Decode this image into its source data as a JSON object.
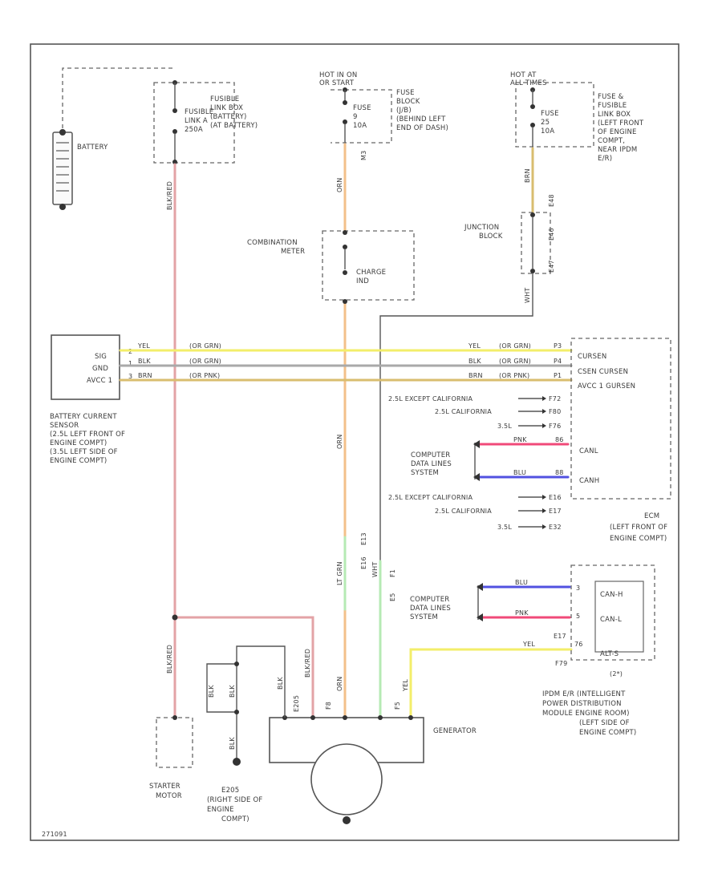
{
  "battery": {
    "label": "BATTERY"
  },
  "fusible_link_box": {
    "label_lines": [
      "FUSIBLE",
      "LINK BOX",
      "(BATTERY)",
      "(AT BATTERY)"
    ],
    "fuse_lines": [
      "FUSIBLE",
      "LINK A",
      "250A"
    ],
    "wire_color": "BLK/RED"
  },
  "fuse_block": {
    "hot_lines": [
      "HOT IN ON",
      "OR START"
    ],
    "fuse_lines": [
      "FUSE",
      "9",
      "10A"
    ],
    "label_lines": [
      "FUSE",
      "BLOCK",
      "(J/B)",
      "(BEHIND LEFT",
      "END OF DASH)"
    ],
    "conn_code": "M3",
    "wire_color": "ORN"
  },
  "fuse_relay_box": {
    "hot_lines": [
      "HOT AT",
      "ALL TIMES"
    ],
    "fuse_lines": [
      "FUSE",
      "25",
      "10A"
    ],
    "label_lines": [
      "FUSE &",
      "FUSIBLE",
      "LINK BOX",
      "(LEFT FRONT",
      "OF ENGINE",
      "COMPT,",
      "NEAR IPDM",
      "E/R)"
    ],
    "conn_code": "E48",
    "wire_color": "BRN"
  },
  "combination_meter": {
    "label_lines": [
      "COMBINATION",
      "METER"
    ],
    "lamp_lines": [
      "CHARGE",
      "IND"
    ],
    "wire_color": "ORN"
  },
  "junction_block": {
    "label_lines": [
      "JUNCTION",
      "BLOCK"
    ],
    "conn_codes": [
      "E46",
      "E47"
    ],
    "wire_color": "WHT"
  },
  "battery_current_sensor": {
    "pins": [
      "SIG",
      "GND",
      "AVCC 1"
    ],
    "pin_numbers": [
      "2",
      "1",
      "3"
    ],
    "label_lines": [
      "BATTERY CURRENT",
      "SENSOR",
      "(2.5L LEFT FRONT OF",
      "ENGINE COMPT)",
      "(3.5L LEFT SIDE OF",
      "ENGINE COMPT)"
    ]
  },
  "sensor_wires": [
    {
      "color": "#f0ef55",
      "left_label": "YEL",
      "mid_label": "(OR GRN)",
      "right_label": "YEL",
      "right_mid": "(OR GRN)",
      "pin": "P3"
    },
    {
      "color": "#9a9a9a",
      "left_label": "BLK",
      "mid_label": "(OR GRN)",
      "right_label": "BLK",
      "right_mid": "(OR GRN)",
      "pin": "P4"
    },
    {
      "color": "#d4b35e",
      "left_label": "BRN",
      "mid_label": "(OR PNK)",
      "right_label": "BRN",
      "right_mid": "(OR PNK)",
      "pin": "P1"
    }
  ],
  "ecm": {
    "pins": [
      "CURSEN",
      "CSEN CURSEN",
      "AVCC 1 GURSEN"
    ],
    "lower_pins": [
      "CANL",
      "CANH"
    ],
    "variant_rows": [
      {
        "label": "2.5L EXCEPT CALIFORNIA",
        "pin": "F72"
      },
      {
        "label": "2.5L CALIFORNIA",
        "pin": "F80"
      },
      {
        "label": "3.5L",
        "pin": "F76"
      }
    ],
    "variant_rows2": [
      {
        "label": "2.5L EXCEPT CALIFORNIA",
        "pin": "E16"
      },
      {
        "label": "2.5L CALIFORNIA",
        "pin": "E17"
      },
      {
        "label": "3.5L",
        "pin": "E32"
      }
    ],
    "canl_wire": "PNK",
    "canh_wire": "BLU",
    "canl_pin": "86",
    "canh_pin": "88",
    "comp_label_lines": [
      "COMPUTER",
      "DATA LINES",
      "SYSTEM"
    ],
    "label_lines": [
      "ECM",
      "(LEFT FRONT OF",
      "ENGINE COMPT)"
    ]
  },
  "ipdm": {
    "pins": [
      "CAN-H",
      "CAN-L",
      "ALT-S"
    ],
    "pin_numbers": [
      "3",
      "5",
      "76"
    ],
    "conn_codes": [
      "E17",
      "F79"
    ],
    "canh_wire": "BLU",
    "canl_wire": "PNK",
    "alt_wire": "YEL",
    "comp_label_lines": [
      "COMPUTER",
      "DATA LINES",
      "SYSTEM"
    ],
    "box_label": "(2*)",
    "label_lines": [
      "IPDM E/R (INTELLIGENT",
      "POWER DISTRIBUTION",
      "MODULE ENGINE ROOM)",
      "(LEFT SIDE OF",
      "ENGINE COMPT)"
    ]
  },
  "generator": {
    "label": "GENERATOR",
    "conn_codes": [
      "E205",
      "F8",
      "E16",
      "E13",
      "F1",
      "E5",
      "F5"
    ],
    "wire_labels": [
      "BLK/RED",
      "BLK/RED",
      "ORN",
      "LT GRN",
      "WHT",
      "YEL",
      "ORN"
    ]
  },
  "starter": {
    "label_lines": [
      "STARTER",
      "MOTOR"
    ],
    "wire_color": "BLK/RED"
  },
  "ground": {
    "code": "E205",
    "label_lines": [
      "E205",
      "(RIGHT SIDE OF",
      "ENGINE",
      "COMPT)"
    ],
    "wire_color": "BLK"
  },
  "footer": {
    "id": "271091"
  },
  "colors": {
    "red": "#e3a3a6",
    "orange": "#f3c08a",
    "yellow": "#f3ee6a",
    "green": "#b6eab4",
    "gray": "#a9a9a9",
    "tan": "#d9bd6f",
    "blue": "#5151e0",
    "pink": "#f04a79",
    "outline": "#555555"
  }
}
